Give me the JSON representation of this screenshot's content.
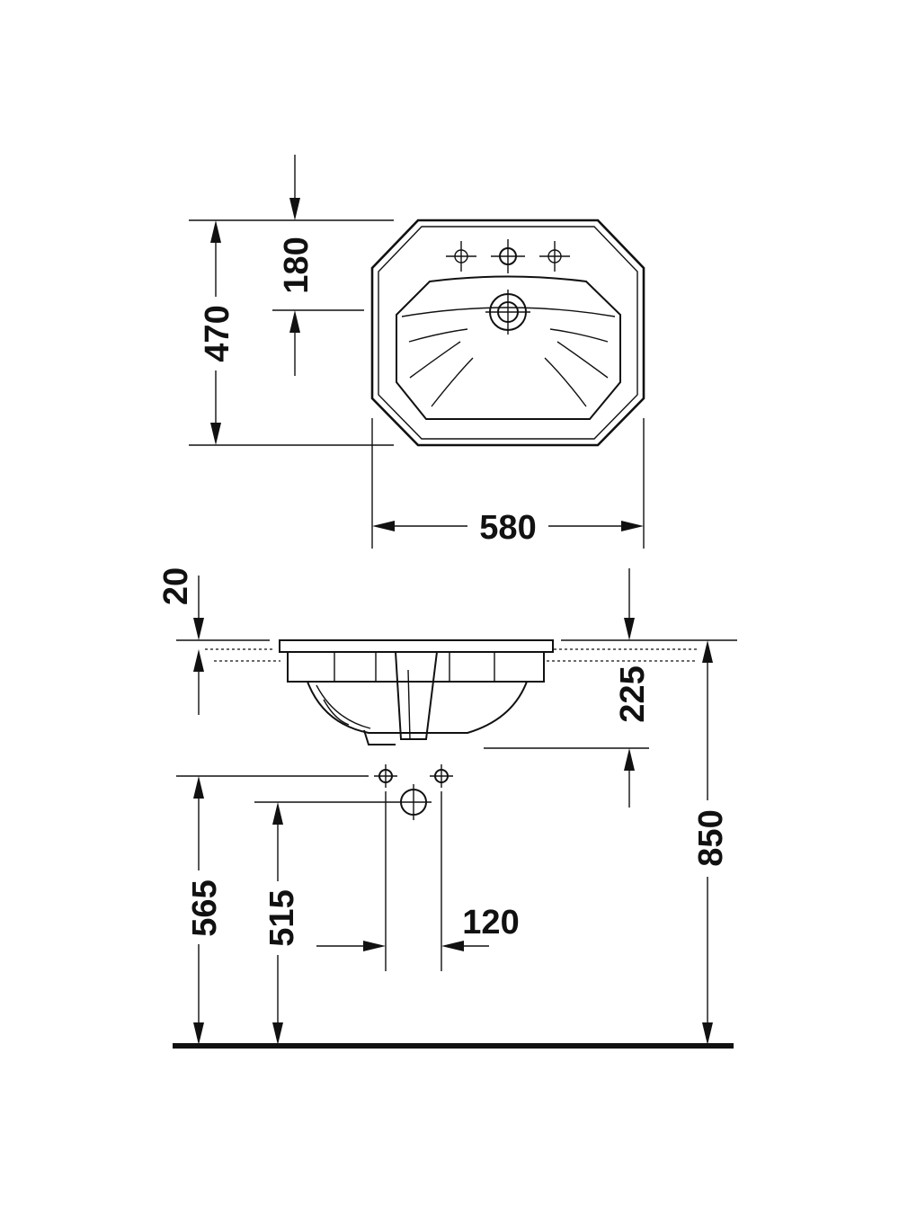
{
  "dimensions": {
    "depth": "470",
    "tap_offset": "180",
    "width": "580",
    "rim_thickness": "20",
    "bowl_height": "225",
    "install_height": "850",
    "tap_connection_height": "565",
    "waste_height": "515",
    "tap_spacing": "120"
  },
  "colors": {
    "line": "#111111",
    "background": "#ffffff"
  }
}
